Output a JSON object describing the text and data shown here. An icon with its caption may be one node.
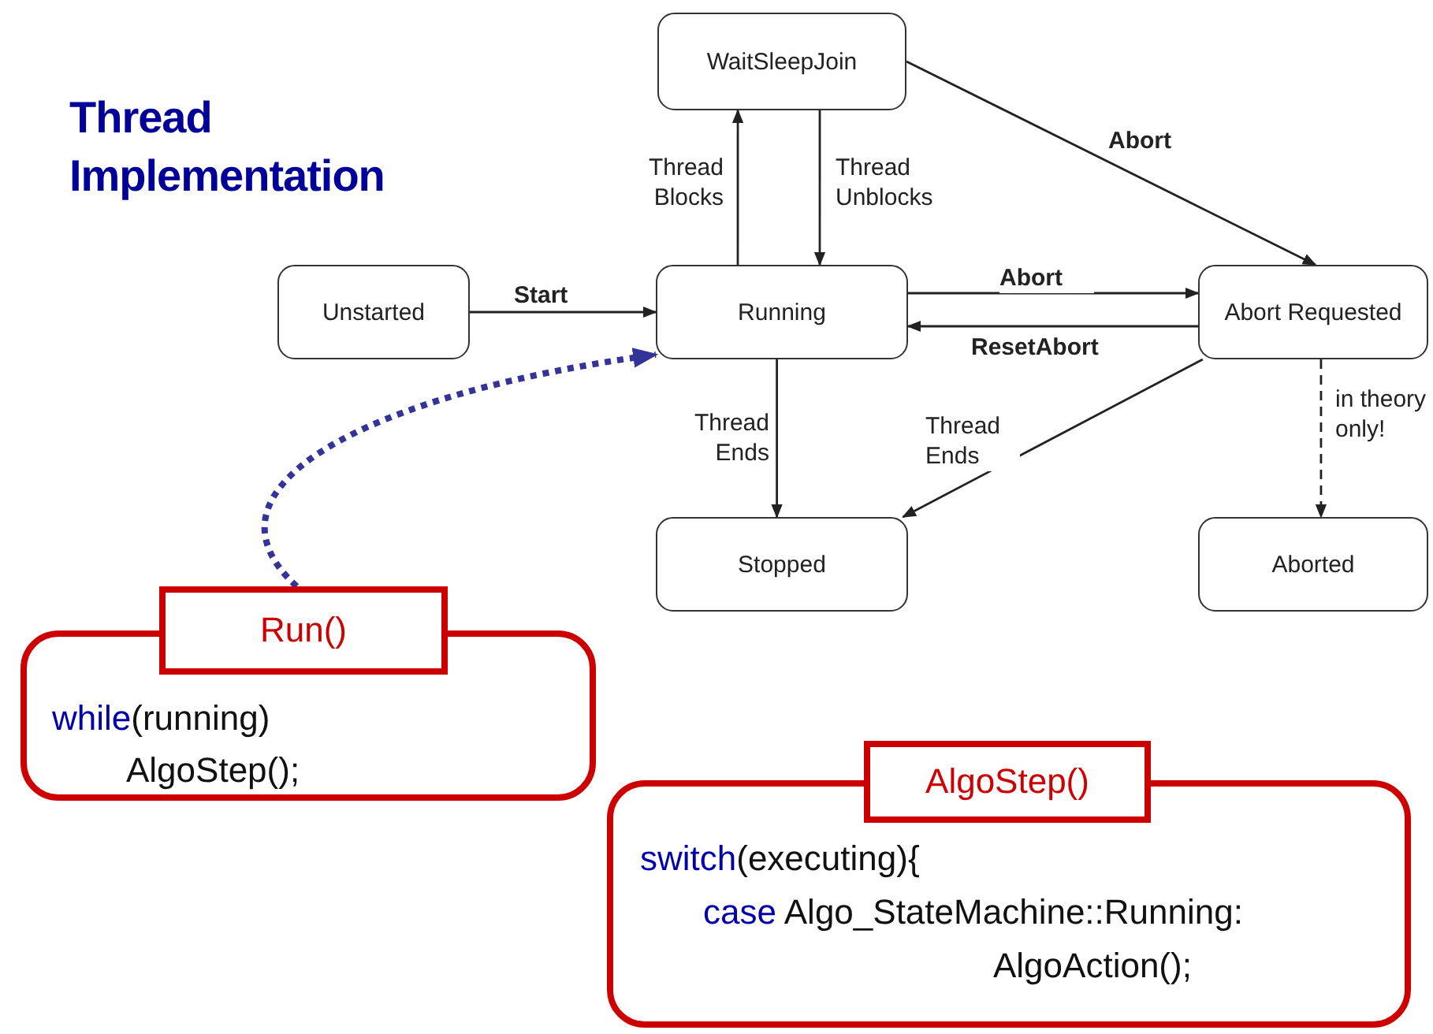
{
  "diagram": {
    "title": "Thread Implementation",
    "nodes": [
      {
        "text": [
          "WaitSleepJoin"
        ]
      },
      {
        "text": [
          "Unstarted"
        ]
      },
      {
        "text": [
          "Running"
        ]
      },
      {
        "text": [
          "Abort Requested"
        ]
      },
      {
        "text": [
          "Stopped"
        ]
      },
      {
        "text": [
          "Aborted"
        ]
      },
      {
        "text": [
          "Run()",
          "while(running)",
          "AlgoStep();"
        ]
      },
      {
        "text": [
          "AlgoStep()",
          "switch(executing){",
          "case Algo_StateMachine::Running:",
          "AlgoAction();"
        ]
      }
    ],
    "edges": [
      {
        "from": 2,
        "to": 0,
        "arrow": "to",
        "label": "Thread Blocks"
      },
      {
        "from": 0,
        "to": 2,
        "arrow": "to",
        "label": "Thread Unblocks"
      },
      {
        "from": 1,
        "to": 2,
        "arrow": "to",
        "label": "Start"
      },
      {
        "from": 0,
        "to": 3,
        "arrow": "to",
        "label": "Abort"
      },
      {
        "from": 2,
        "to": 3,
        "arrow": "to",
        "label": "Abort"
      },
      {
        "from": 3,
        "to": 2,
        "arrow": "to",
        "label": "ResetAbort"
      },
      {
        "from": 2,
        "to": 4,
        "arrow": "to",
        "label": "Thread Ends"
      },
      {
        "from": 3,
        "to": 4,
        "arrow": "to",
        "label": "Thread Ends"
      },
      {
        "from": 3,
        "to": 5,
        "arrow": "to",
        "label": "in theory only!",
        "style": "dashed"
      },
      {
        "from": 6,
        "to": 2,
        "arrow": "to",
        "style": "dashed",
        "color": "#333399"
      }
    ]
  }
}
